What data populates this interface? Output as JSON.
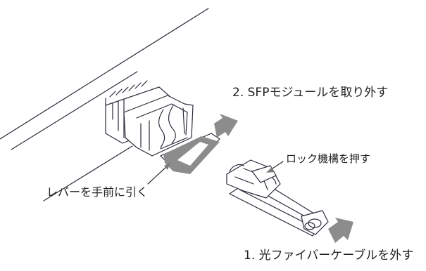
{
  "labels": {
    "step2": "2. SFPモジュールを取り外す",
    "lock": "ロック機構を押す",
    "lever": "レバーを手前に引く",
    "step1": "1. 光ファイバーケーブルを外す"
  },
  "colors": {
    "line": "#2b2b3a",
    "arrow": "#8c8c8c",
    "background": "#ffffff"
  }
}
